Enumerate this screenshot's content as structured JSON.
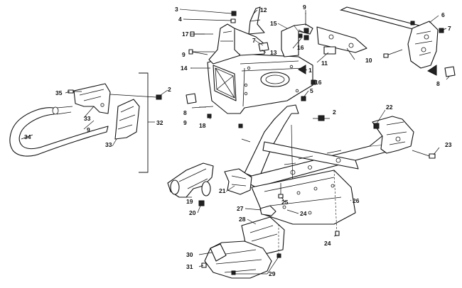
{
  "callouts": [
    "1",
    "2",
    "3",
    "4",
    "5",
    "6",
    "7",
    "8",
    "9",
    "10",
    "11",
    "12",
    "13",
    "14",
    "15",
    "16",
    "17",
    "18",
    "19",
    "20",
    "21",
    "22",
    "23",
    "24",
    "25",
    "26",
    "27",
    "28",
    "29",
    "30",
    "31",
    "32",
    "33",
    "34",
    "35"
  ],
  "colors": {
    "ink": "#111111",
    "paper": "#ffffff"
  }
}
